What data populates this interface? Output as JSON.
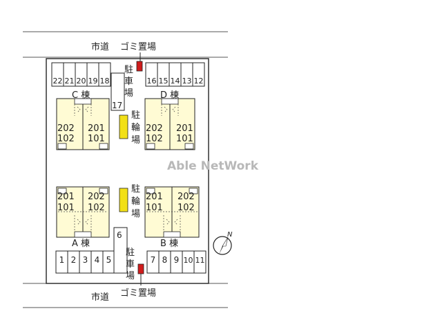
{
  "roads": {
    "top": "市道",
    "bottom": "市道"
  },
  "garbage": {
    "top": "ゴミ置場",
    "bottom": "ゴミ置場"
  },
  "parking_label": [
    "駐",
    "車",
    "場"
  ],
  "bicycle_label": [
    "駐",
    "輪",
    "場"
  ],
  "buildings": {
    "C": {
      "name": "C 棟",
      "top": [
        "202",
        "201"
      ],
      "bottom": [
        "102",
        "101"
      ]
    },
    "D": {
      "name": "D 棟",
      "top": [
        "202",
        "201"
      ],
      "bottom": [
        "102",
        "101"
      ]
    },
    "A": {
      "name": "A 棟",
      "top": [
        "201",
        "202"
      ],
      "bottom": [
        "101",
        "102"
      ]
    },
    "B": {
      "name": "B 棟",
      "top": [
        "201",
        "202"
      ],
      "bottom": [
        "101",
        "102"
      ]
    }
  },
  "parking": {
    "top_left": [
      "22",
      "21",
      "20",
      "19",
      "18"
    ],
    "single_top": "17",
    "top_right": [
      "16",
      "15",
      "14",
      "13",
      "12"
    ],
    "single_bottom": "6",
    "bottom_left": [
      "1",
      "2",
      "3",
      "4",
      "5"
    ],
    "bottom_right": [
      "7",
      "8",
      "9",
      "10",
      "11"
    ]
  },
  "compass": "N",
  "watermark": "Able NetWork",
  "colors": {
    "unit_fill": "#fffbd4",
    "bike_fill": "#f2e017",
    "garbage_fill": "#d01c1c"
  }
}
